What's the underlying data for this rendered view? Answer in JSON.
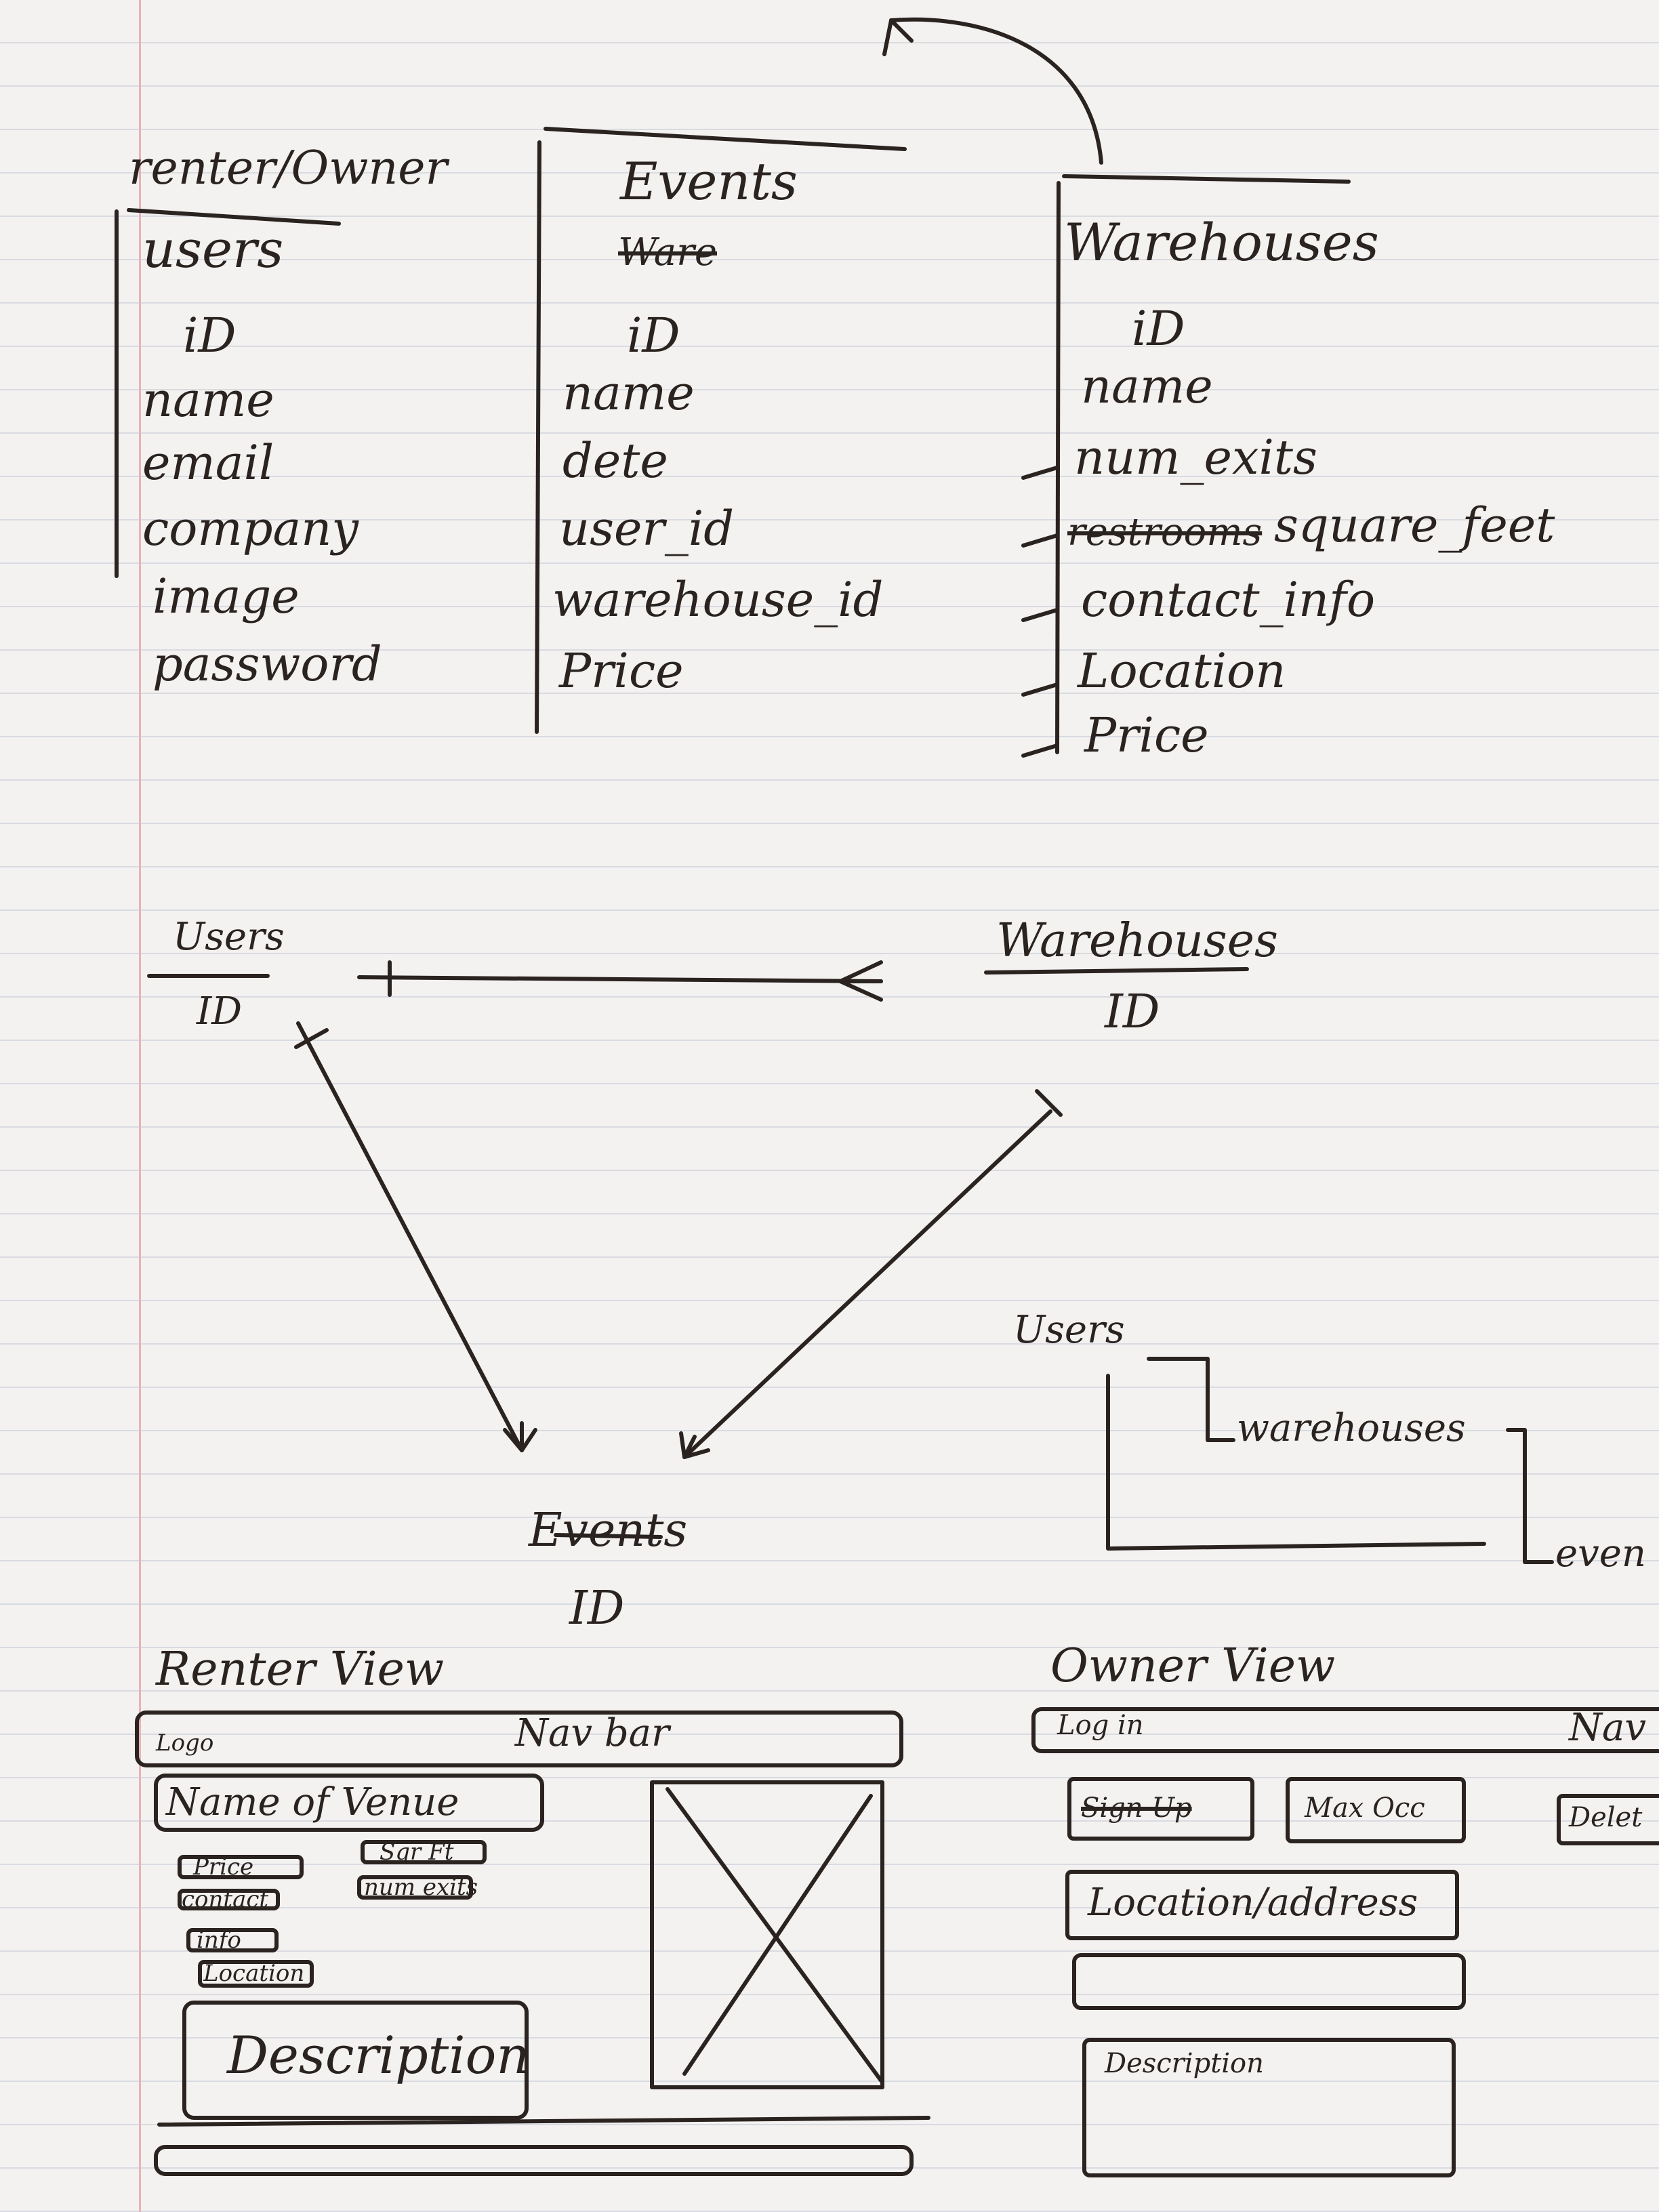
{
  "schema": {
    "users_table": {
      "group_label": "renter/Owner",
      "title": "users",
      "fields": [
        "iD",
        "name",
        "email",
        "company",
        "image",
        "password"
      ]
    },
    "events_table": {
      "title": "Events",
      "struck_text": "Ware",
      "fields": [
        "iD",
        "name",
        "dete",
        "user_id",
        "warehouse_id",
        "Price"
      ]
    },
    "warehouses_table": {
      "title": "Warehouses",
      "fields": [
        "iD",
        "name",
        "num_exits",
        "square_feet",
        "contact_info",
        "Location",
        "Price"
      ],
      "struck_text": "restrooms"
    }
  },
  "erd": {
    "users": {
      "title": "Users",
      "key": "ID"
    },
    "warehouses": {
      "title": "Warehouses",
      "key": "ID"
    },
    "events": {
      "title": "Events",
      "key": "ID"
    }
  },
  "flow": {
    "users": "Users",
    "warehouses": "warehouses",
    "events": "even"
  },
  "renter_view": {
    "title": "Renter View",
    "logo": "Logo",
    "navbar": "Nav bar",
    "venue_name": "Name of Venue",
    "price": "Price",
    "contact": "contact",
    "info": "info",
    "location": "Location",
    "sqft": "Sqr Ft",
    "num_exits": "num exits",
    "description": "Description"
  },
  "owner_view": {
    "title": "Owner View",
    "login": "Log in",
    "nav": "Nav",
    "signup": "Sign Up",
    "max_occ": "Max Occ",
    "delete": "Delet",
    "location": "Location/address",
    "description": "Description"
  }
}
